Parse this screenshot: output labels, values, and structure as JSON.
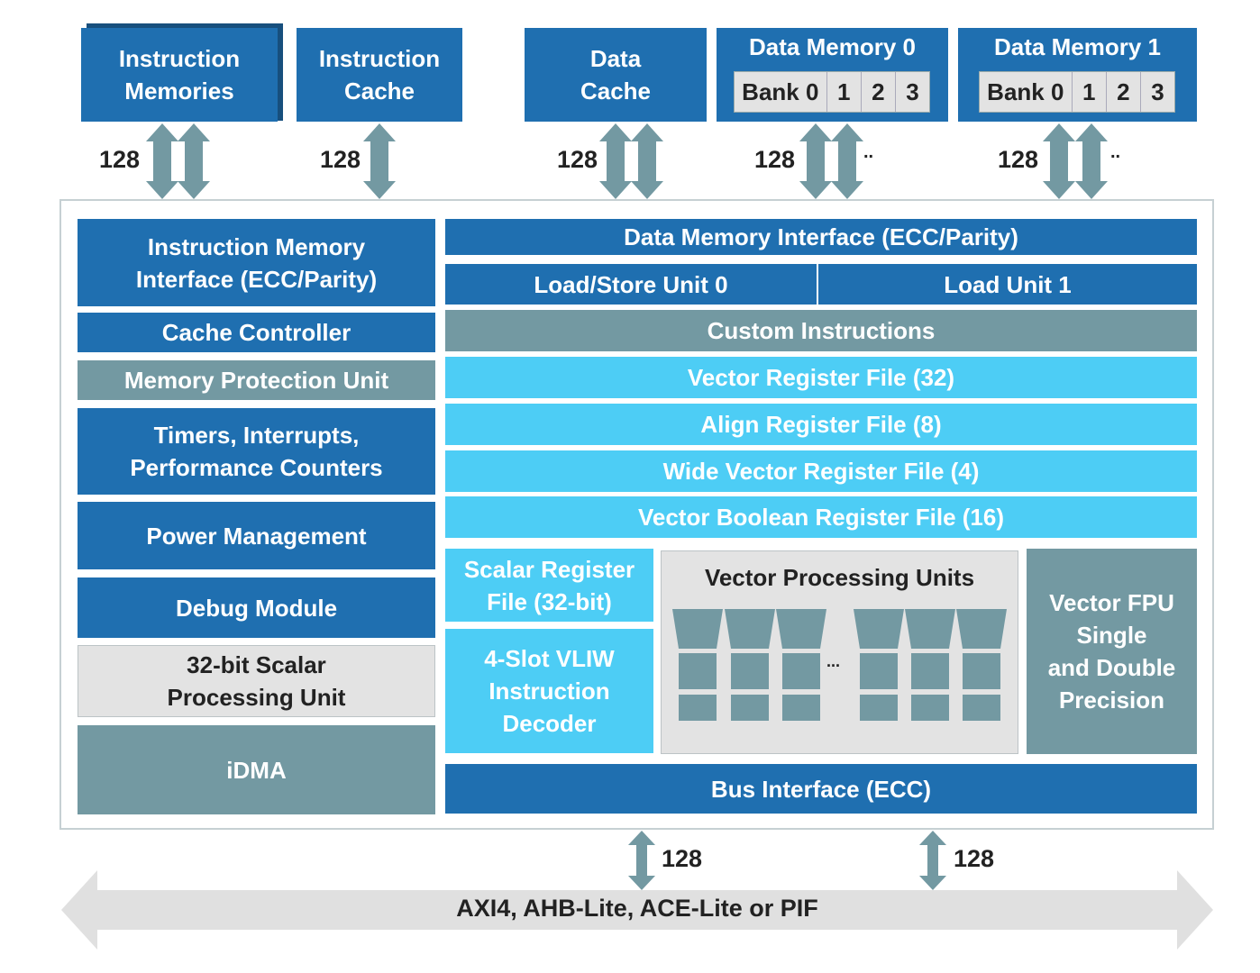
{
  "top_memories": [
    {
      "label": "Instruction\nMemories",
      "width_bits": "128"
    },
    {
      "label": "Instruction\nCache",
      "width_bits": "128"
    },
    {
      "label": "Data\nCache",
      "width_bits": "128"
    },
    {
      "label": "Data Memory 0",
      "banks": [
        "Bank 0",
        "1",
        "2",
        "3"
      ],
      "width_bits": "128",
      "ellipsis": ".."
    },
    {
      "label": "Data Memory 1",
      "banks": [
        "Bank 0",
        "1",
        "2",
        "3"
      ],
      "width_bits": "128",
      "ellipsis": ".."
    }
  ],
  "left_column": [
    "Instruction Memory\nInterface (ECC/Parity)",
    "Cache Controller",
    "Memory Protection Unit",
    "Timers, Interrupts,\nPerformance Counters",
    "Power Management",
    "Debug Module",
    "32-bit Scalar\nProcessing Unit",
    "iDMA"
  ],
  "right_column": {
    "data_memory_interface": "Data Memory Interface (ECC/Parity)",
    "load_store_unit_0": "Load/Store Unit 0",
    "load_unit_1": "Load Unit 1",
    "custom_instructions": "Custom Instructions",
    "vector_register_file": "Vector Register File (32)",
    "align_register_file": "Align Register File (8)",
    "wide_vector_register_file": "Wide Vector Register File (4)",
    "vector_boolean_register_file": "Vector Boolean Register File (16)",
    "scalar_register_file": "Scalar Register\nFile (32-bit)",
    "vliw_decoder": "4-Slot VLIW\nInstruction\nDecoder",
    "vector_processing_units": "Vector Processing Units",
    "vpu_ellipsis": "...",
    "vector_fpu": "Vector FPU\nSingle\nand Double\nPrecision",
    "bus_interface": "Bus Interface (ECC)"
  },
  "bus": {
    "label": "AXI4, AHB-Lite, ACE-Lite or PIF",
    "ports": [
      "128",
      "128"
    ]
  },
  "colors": {
    "dark_blue": "#1f6fb0",
    "teal": "#7399a2",
    "cyan": "#4dcdf5",
    "light_grey": "#e3e3e3",
    "arrow": "#7399a2",
    "bus_arrow": "#e0e0e0"
  }
}
